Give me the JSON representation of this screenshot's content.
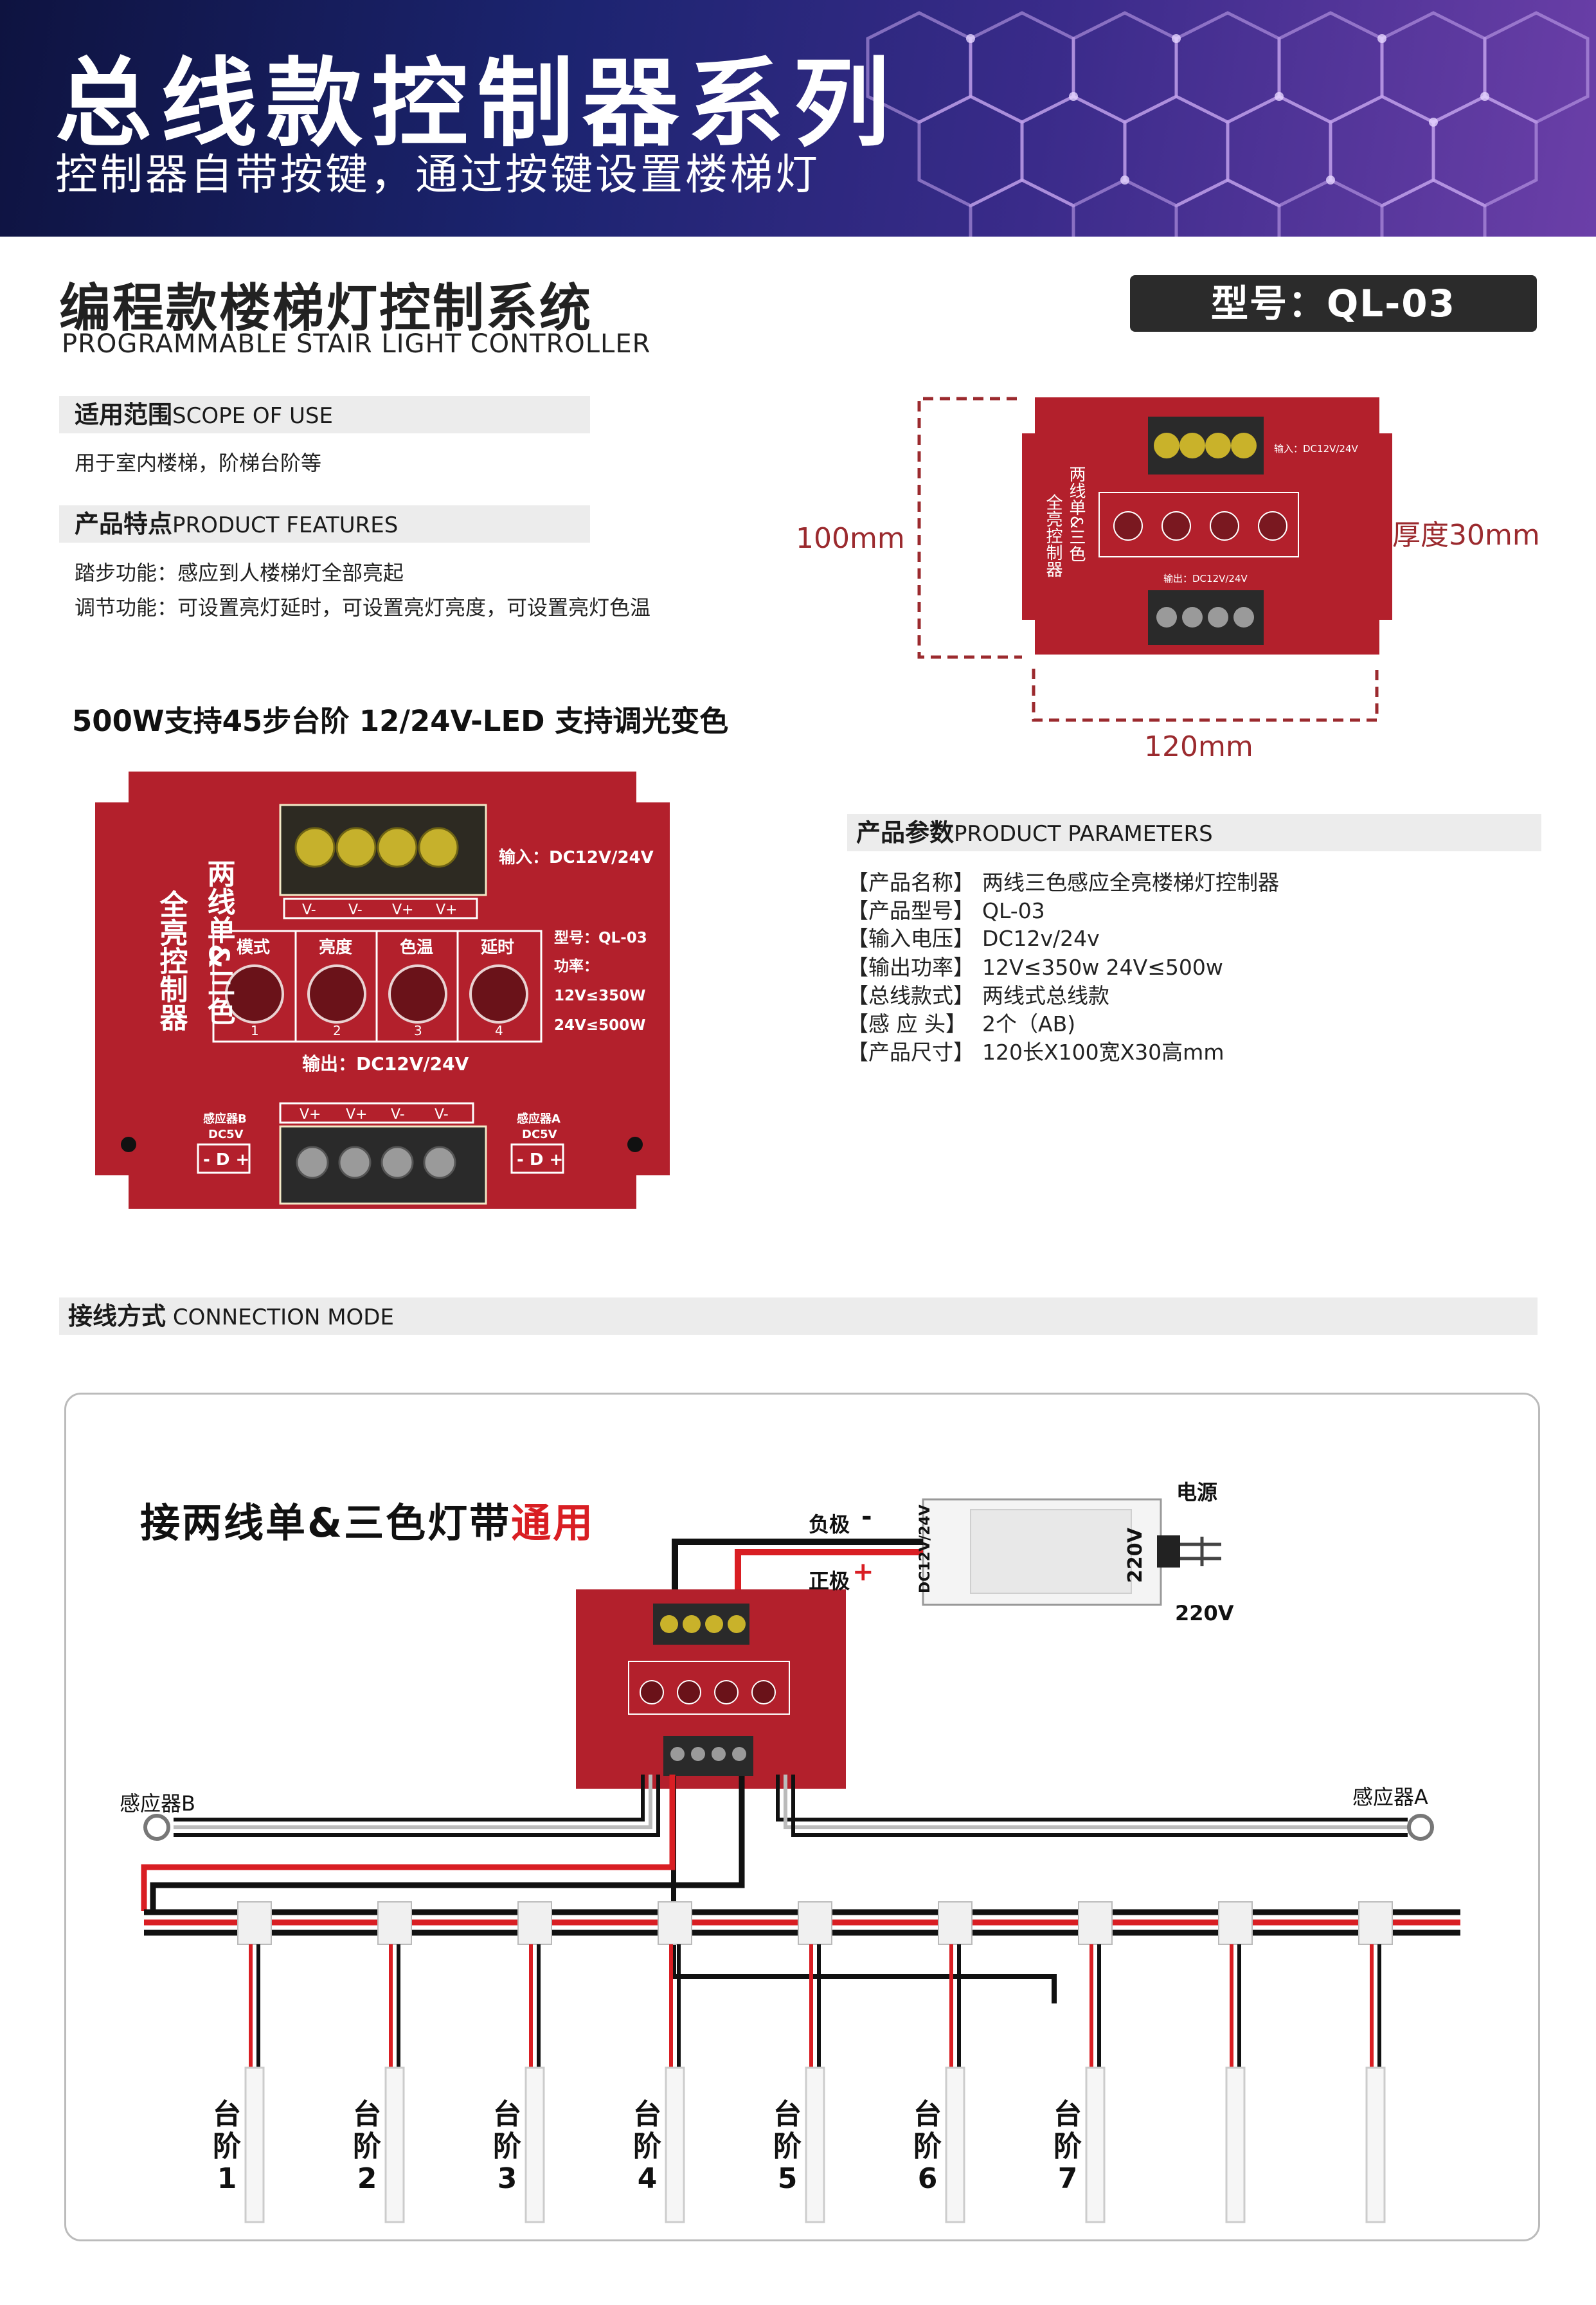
{
  "banner": {
    "title": "总线款控制器系列",
    "subtitle": "控制器自带按键，通过按键设置楼梯灯"
  },
  "header": {
    "title_cn": "编程款楼梯灯控制系统",
    "title_en": "PROGRAMMABLE STAIR LIGHT CONTROLLER",
    "model_badge": "型号：QL-03"
  },
  "scope": {
    "heading_cn": "适用范围",
    "heading_en": "SCOPE OF USE",
    "text": "用于室内楼梯，阶梯台阶等"
  },
  "features": {
    "heading_cn": "产品特点",
    "heading_en": "PRODUCT FEATURES",
    "items": [
      "踏步功能：感应到人楼梯灯全部亮起",
      "调节功能：可设置亮灯延时，可设置亮灯亮度，可设置亮灯色温"
    ]
  },
  "spec_line": "500W支持45步台阶  12/24V-LED 支持调光变色",
  "dimensions": {
    "height": "100mm",
    "width": "120mm",
    "thickness": "厚度30mm"
  },
  "controller": {
    "side_left": "全亮控制器",
    "side_right": "两线单&三色",
    "input": "输入：DC12V/24V",
    "terminals_top": [
      "V-",
      "V-",
      "V+",
      "V+"
    ],
    "buttons": [
      {
        "label": "模式",
        "num": "1"
      },
      {
        "label": "亮度",
        "num": "2"
      },
      {
        "label": "色温",
        "num": "3"
      },
      {
        "label": "延时",
        "num": "4"
      }
    ],
    "model": "型号：QL-03",
    "power_label": "功率：",
    "power_12": "12V≤350W",
    "power_24": "24V≤500W",
    "output": "输出：DC12V/24V",
    "terminals_bottom": [
      "V+",
      "V+",
      "V-",
      "V-"
    ],
    "sensor_b": "感应器B",
    "sensor_a": "感应器A",
    "sensor_v": "DC5V",
    "sensor_pins": "- D +"
  },
  "params": {
    "heading_cn": "产品参数",
    "heading_en": "PRODUCT PARAMETERS",
    "rows": [
      {
        "key": "【产品名称】",
        "value": "两线三色感应全亮楼梯灯控制器"
      },
      {
        "key": "【产品型号】",
        "value": "QL-03"
      },
      {
        "key": "【输入电压】",
        "value": "DC12v/24v"
      },
      {
        "key": "【输出功率】",
        "value": "12V≤350w   24V≤500w"
      },
      {
        "key": "【总线款式】",
        "value": "两线式总线款"
      },
      {
        "key": "【感 应 头】",
        "value": "2个（AB)"
      },
      {
        "key": "【产品尺寸】",
        "value": "120长X100宽X30高mm"
      }
    ]
  },
  "connection": {
    "heading_cn": "接线方式",
    "heading_en": " CONNECTION MODE",
    "title_main": "接两线单&三色灯带",
    "title_accent": "通用",
    "negative": "负极",
    "negative_sign": "-",
    "positive": "正极",
    "positive_sign": "+",
    "psu_label": "电源",
    "psu_dc": "DC12V/24V",
    "psu_ac": "220V",
    "psu_220": "220V",
    "sensor_b": "感应器B",
    "sensor_a": "感应器A",
    "stairs": [
      {
        "line1": "台",
        "line2": "阶",
        "num": "1"
      },
      {
        "line1": "台",
        "line2": "阶",
        "num": "2"
      },
      {
        "line1": "台",
        "line2": "阶",
        "num": "3"
      },
      {
        "line1": "台",
        "line2": "阶",
        "num": "4"
      },
      {
        "line1": "台",
        "line2": "阶",
        "num": "5"
      },
      {
        "line1": "台",
        "line2": "阶",
        "num": "6"
      },
      {
        "line1": "台",
        "line2": "阶",
        "num": "7"
      }
    ]
  },
  "colors": {
    "controller_red": "#b3202c",
    "accent_red": "#d91e23",
    "dim_red": "#9b2a2e",
    "badge_dark": "#2b2b2b"
  }
}
